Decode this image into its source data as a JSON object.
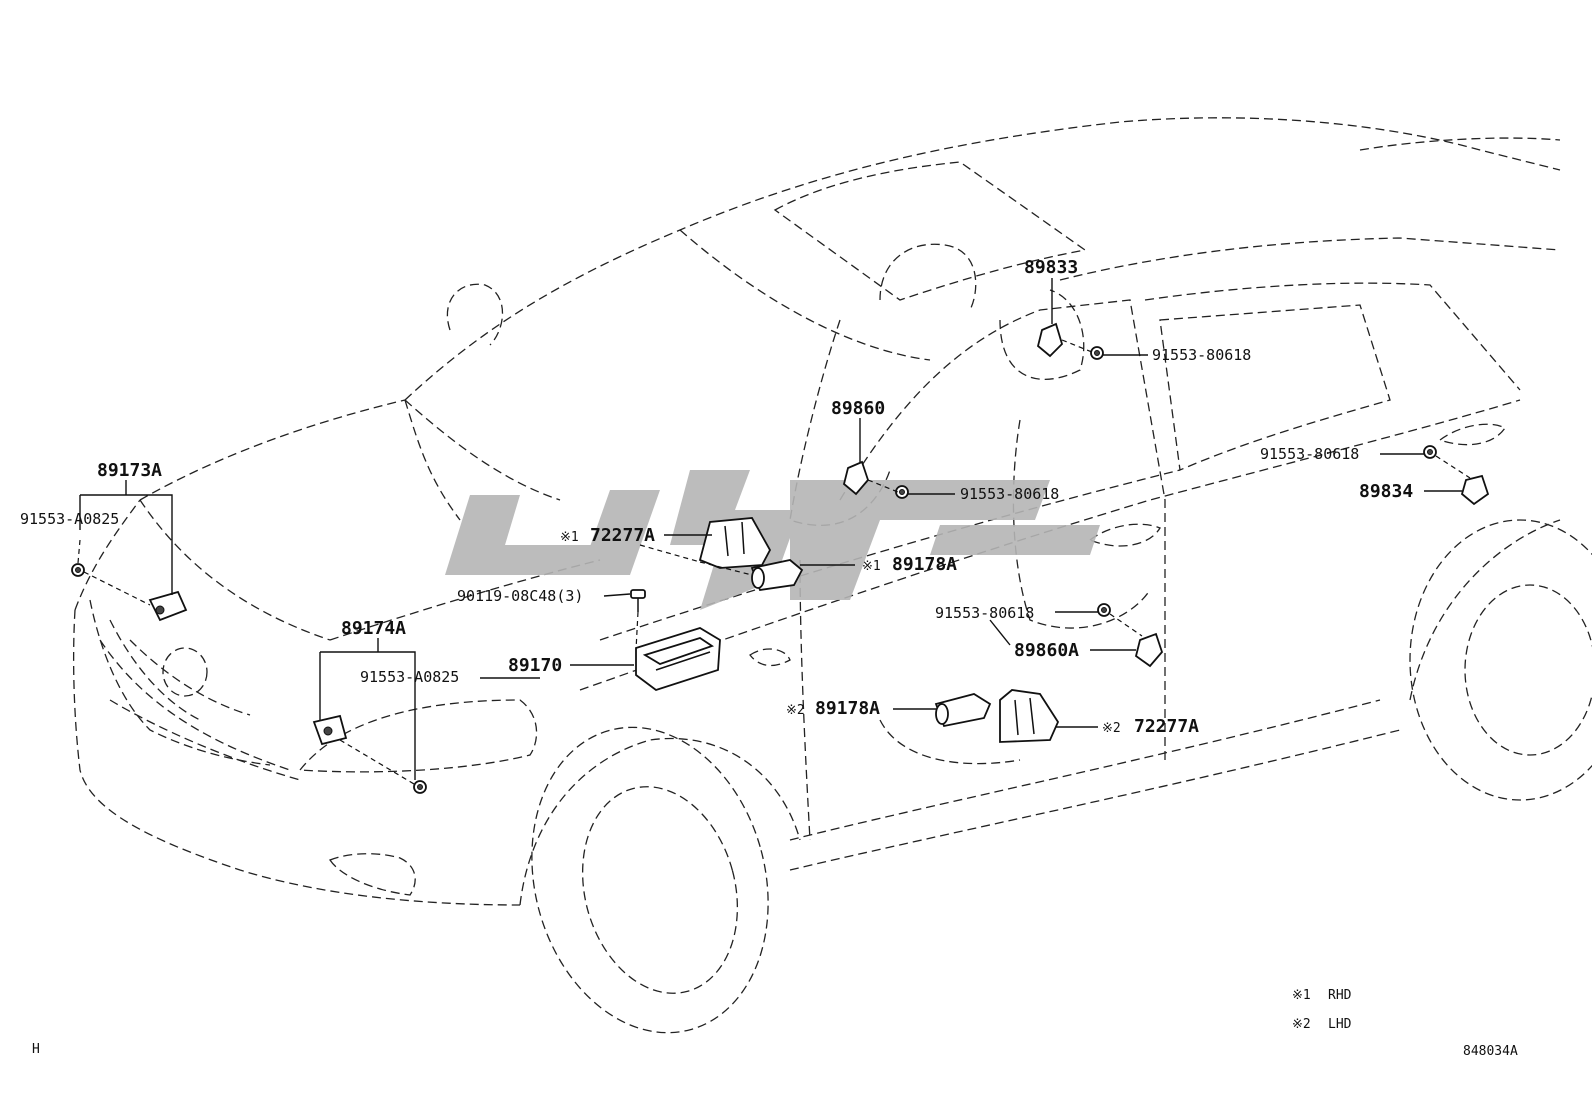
{
  "parts": {
    "p89173A": "89173A",
    "p91553A0825_left": "91553-A0825",
    "p89174A": "89174A",
    "p91553A0825_mid": "91553-A0825",
    "p89170": "89170",
    "p90119": "90119-08C48(3)",
    "p72277A_r": "72277A",
    "p72277A_r_mark": "※1",
    "p89178A_r": "89178A",
    "p89178A_r_mark": "※1",
    "p89860": "89860",
    "p91553_80618_a": "91553-80618",
    "p89833": "89833",
    "p91553_80618_b": "91553-80618",
    "p91553_80618_c": "91553-80618",
    "p89834": "89834",
    "p91553_80618_d": "91553-80618",
    "p89860A": "89860A",
    "p89178A_l": "89178A",
    "p89178A_l_mark": "※2",
    "p72277A_l": "72277A",
    "p72277A_l_mark": "※2"
  },
  "legend": {
    "note1_mark": "※1",
    "note1_text": "RHD",
    "note2_mark": "※2",
    "note2_text": "LHD"
  },
  "footer": {
    "corner_letter": "H",
    "diagram_id": "848034A"
  },
  "colors": {
    "line": "#111111",
    "background": "#ffffff",
    "watermark": "#b5b5b5"
  }
}
